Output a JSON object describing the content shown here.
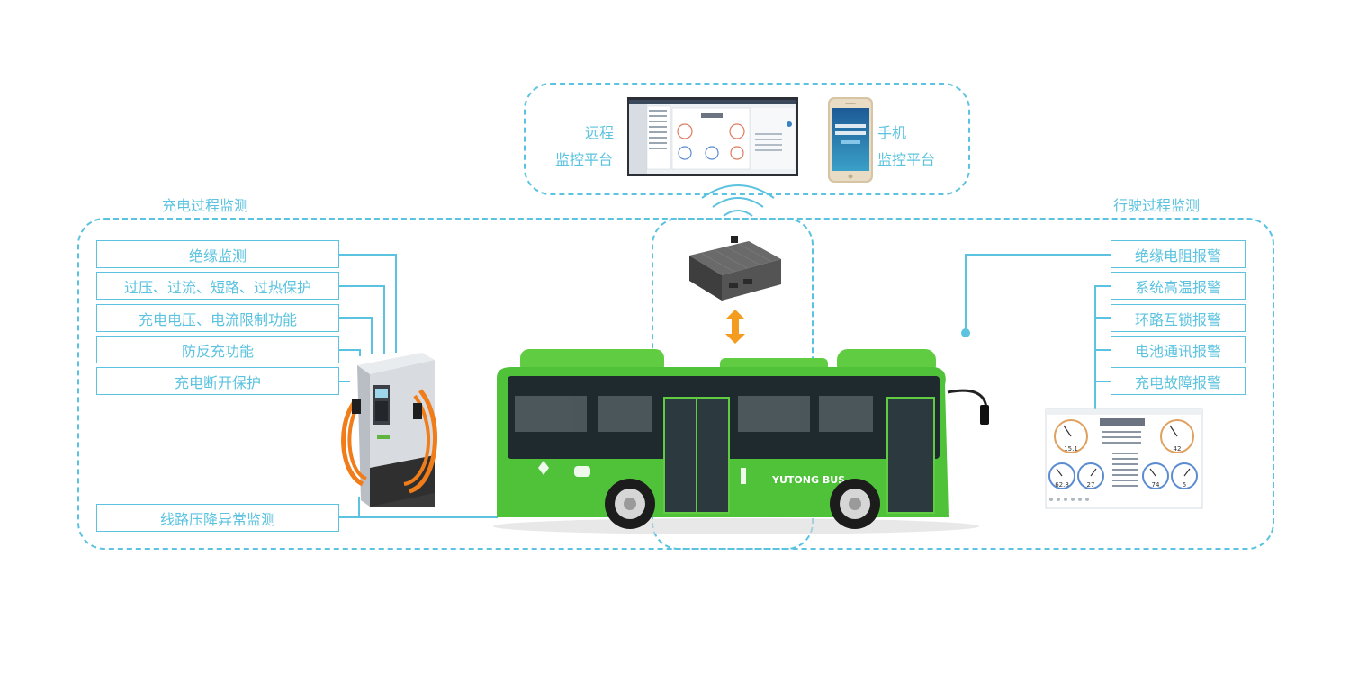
{
  "top": {
    "remote_line1": "远程",
    "remote_line2": "监控平台",
    "mobile_line1": "手机",
    "mobile_line2": "监控平台"
  },
  "charging": {
    "title": "充电过程监测",
    "items": [
      "绝缘监测",
      "过压、过流、短路、过热保护",
      "充电电压、电流限制功能",
      "防反充功能",
      "充电断开保护"
    ],
    "bottom_item": "线路压降异常监测"
  },
  "driving": {
    "title": "行驶过程监测",
    "items": [
      "绝缘电阻报警",
      "系统高温报警",
      "环路互锁报警",
      "电池通讯报警",
      "充电故障报警"
    ]
  },
  "bus": {
    "brand": "YUTONG BUS"
  },
  "dashboard": {
    "readouts": [
      "15.1",
      "42",
      "62.8",
      "27",
      "74",
      "5"
    ]
  },
  "colors": {
    "accent": "#5bc3df",
    "bus_green": "#4fc23a",
    "arrow_orange": "#f39c1f",
    "cable_orange": "#f07d1a"
  }
}
